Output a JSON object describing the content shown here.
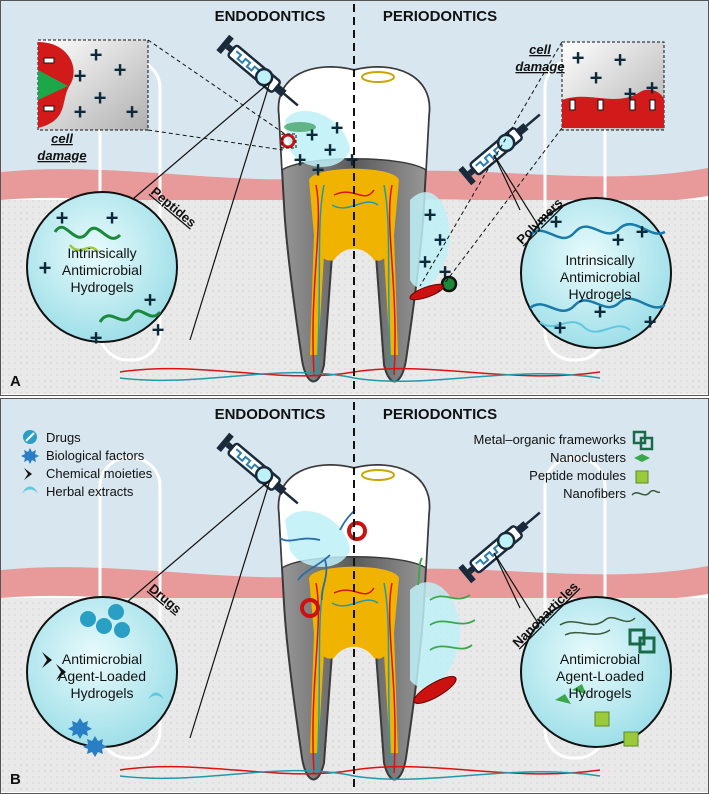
{
  "panel_a": {
    "letter": "A",
    "left_header": "ENDODONTICS",
    "right_header": "PERIODONTICS",
    "left_damage": [
      "cell",
      "damage"
    ],
    "right_damage": [
      "cell",
      "damage"
    ],
    "left_tag": "Peptides",
    "right_tag": "Polymers",
    "left_circle": [
      "Intrinsically",
      "Antimicrobial",
      "Hydrogels"
    ],
    "right_circle": [
      "Intrinsically",
      "Antimicrobial",
      "Hydrogels"
    ]
  },
  "panel_b": {
    "letter": "B",
    "left_header": "ENDODONTICS",
    "right_header": "PERIODONTICS",
    "left_tag": "Drugs",
    "right_tag": "Nanoparticles",
    "left_legend": [
      "Drugs",
      "Biological factors",
      "Chemical moieties",
      "Herbal extracts"
    ],
    "right_legend": [
      "Metal–organic frameworks",
      "Nanoclusters",
      "Peptide modules",
      "Nanofibers"
    ],
    "left_circle": [
      "Antimicrobial",
      "Agent-Loaded",
      "Hydrogels"
    ],
    "right_circle": [
      "Antimicrobial",
      "Agent-Loaded",
      "Hydrogels"
    ]
  },
  "colors": {
    "sky": "#d8e6ef",
    "gum": "#e89a9a",
    "bone": "#e6e6e6",
    "hydrogel": "#c8f0f5",
    "pulp": "#f0b400",
    "dentin": "#6e6e6e",
    "bacteria": "#cc1111"
  }
}
